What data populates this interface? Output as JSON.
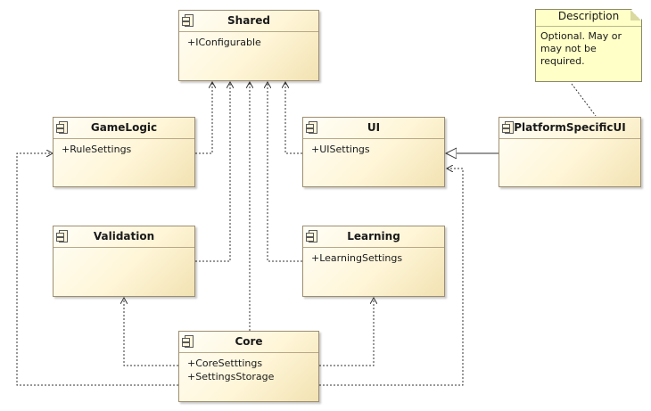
{
  "components": {
    "shared": {
      "name": "Shared",
      "members": [
        "+IConfigurable"
      ]
    },
    "gamelogic": {
      "name": "GameLogic",
      "members": [
        "+RuleSettings"
      ]
    },
    "ui": {
      "name": "UI",
      "members": [
        "+UISettings"
      ]
    },
    "platformui": {
      "name": "PlatformSpecificUI",
      "members": []
    },
    "validation": {
      "name": "Validation",
      "members": []
    },
    "learning": {
      "name": "Learning",
      "members": [
        "+LearningSettings"
      ]
    },
    "core": {
      "name": "Core",
      "members": [
        "+CoreSetttings",
        "+SettingsStorage"
      ]
    }
  },
  "note": {
    "title": "Description",
    "lines": [
      "Optional. May or",
      "may not be",
      "required."
    ]
  },
  "colors": {
    "component_fill": "#fff6d8",
    "component_border": "#9e8e70",
    "note_fill": "#ffffc7",
    "line": "#333333"
  }
}
